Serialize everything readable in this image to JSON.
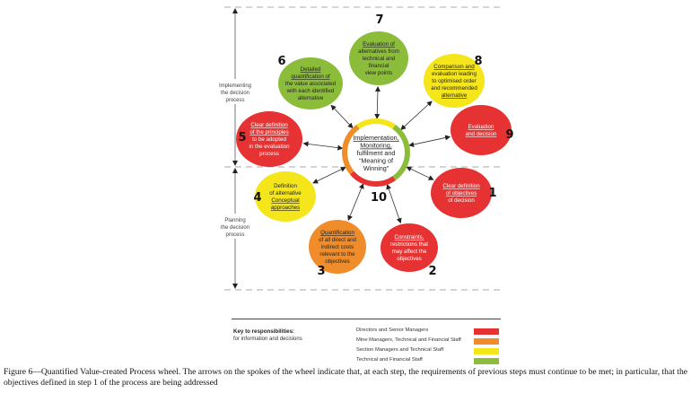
{
  "phases": {
    "implementing": "Implementing\nthe decision\nprocess",
    "planning": "Planning\nthe decision\nprocess"
  },
  "center": {
    "step": "10",
    "lines": [
      {
        "text": "Implementation,",
        "u": true
      },
      {
        "text": "Monitoring,",
        "u": true
      },
      {
        "text": "fulfilment and",
        "u": false
      },
      {
        "text": "“Meaning of",
        "u": false
      },
      {
        "text": "Winning”",
        "u": false
      }
    ],
    "ring_segments": [
      {
        "color": "#f5e61c",
        "from": -125,
        "to": -55
      },
      {
        "color": "#8cbd3a",
        "from": -55,
        "to": 55
      },
      {
        "color": "#e63232",
        "from": 55,
        "to": 140
      },
      {
        "color": "#f08c2a",
        "from": 140,
        "to": 235
      }
    ]
  },
  "steps": [
    {
      "num": "1",
      "color": "#e63232",
      "text_color": "#ffffff",
      "lines": [
        {
          "text": "Clear definition",
          "u": true
        },
        {
          "text": "of objectives",
          "u": true
        },
        {
          "text": "of decision",
          "u": false
        }
      ]
    },
    {
      "num": "2",
      "color": "#e63232",
      "text_color": "#ffffff",
      "lines": [
        {
          "text": "Constraints,",
          "u": true
        },
        {
          "text": "restrictions that",
          "u": false
        },
        {
          "text": "may affect the",
          "u": false
        },
        {
          "text": "objectives",
          "u": false
        }
      ]
    },
    {
      "num": "3",
      "color": "#f08c2a",
      "text_color": "#222222",
      "lines": [
        {
          "text": "Quantification",
          "u": true
        },
        {
          "text": "of all direct and",
          "u": false
        },
        {
          "text": "indirect costs",
          "u": false
        },
        {
          "text": "relevant to the",
          "u": false
        },
        {
          "text": "objectives",
          "u": false
        }
      ]
    },
    {
      "num": "4",
      "color": "#f5e61c",
      "text_color": "#222222",
      "lines": [
        {
          "text": "Definition",
          "u": false
        },
        {
          "text": "of alternative",
          "u": false
        },
        {
          "text": "Conceptual",
          "u": true
        },
        {
          "text": "approaches",
          "u": true
        }
      ]
    },
    {
      "num": "5",
      "color": "#e63232",
      "text_color": "#ffffff",
      "lines": [
        {
          "text": "Clear definition",
          "u": true
        },
        {
          "text": "of the principles",
          "u": true
        },
        {
          "text": "to be adopted",
          "u": false
        },
        {
          "text": "in the evaluation",
          "u": false
        },
        {
          "text": "process",
          "u": false
        }
      ]
    },
    {
      "num": "6",
      "color": "#8cbd3a",
      "text_color": "#222222",
      "lines": [
        {
          "text": "Detailed",
          "u": true
        },
        {
          "text": "quantification of",
          "u": true
        },
        {
          "text": "the value associated",
          "u": false
        },
        {
          "text": "with each identified",
          "u": false
        },
        {
          "text": "alternative",
          "u": false
        }
      ]
    },
    {
      "num": "7",
      "color": "#8cbd3a",
      "text_color": "#222222",
      "lines": [
        {
          "text": "Evaluation of",
          "u": true
        },
        {
          "text": "alternatives from",
          "u": false
        },
        {
          "text": "technical and",
          "u": false
        },
        {
          "text": "financial",
          "u": false
        },
        {
          "text": "view points",
          "u": false
        }
      ]
    },
    {
      "num": "8",
      "color": "#f5e61c",
      "text_color": "#222222",
      "lines": [
        {
          "text": "Comparison and",
          "u": true
        },
        {
          "text": "evaluation leading",
          "u": false
        },
        {
          "text": "to optimised order",
          "u": false
        },
        {
          "text": "and recommended",
          "u": false
        },
        {
          "text": "alternative",
          "u": true
        }
      ]
    },
    {
      "num": "9",
      "color": "#e63232",
      "text_color": "#ffffff",
      "lines": [
        {
          "text": "Evaluation",
          "u": true
        },
        {
          "text": "and decision",
          "u": true
        }
      ]
    }
  ],
  "key": {
    "title": "Key to responsibilities:",
    "subtitle": "for information and decisions",
    "items": [
      {
        "label": "Directors and Senior Managers",
        "color": "#e63232"
      },
      {
        "label": "Mine Managers, Technical and Financial Staff",
        "color": "#f08c2a"
      },
      {
        "label": "Section Managers and Technical Staff",
        "color": "#f5e61c"
      },
      {
        "label": "Technical and Financial Staff",
        "color": "#8cbd3a"
      }
    ]
  },
  "caption": "Figure 6—Quantified Value-created Process wheel. The arrows on the spokes of the wheel indicate that, at each step, the requirements of previous steps must continue to be met; in particular, that the objectives defined in step 1 of the process are being addressed"
}
